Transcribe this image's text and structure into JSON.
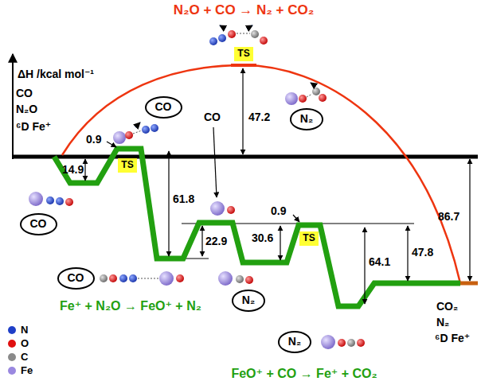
{
  "diagram": {
    "title": "N₂O + CO → N₂ + CO₂",
    "nodes": [
      {
        "text": [
          "TS"
        ]
      },
      {
        "text": [
          "CO"
        ]
      },
      {
        "text": [
          "N₂"
        ]
      },
      {
        "text": [
          "TS"
        ]
      },
      {
        "text": [
          "CO"
        ]
      },
      {
        "text": [
          "TS"
        ]
      },
      {
        "text": [
          "CO"
        ]
      },
      {
        "text": [
          "N₂"
        ]
      },
      {
        "text": [
          "N₂"
        ]
      }
    ],
    "labels": [
      "ΔH /kcal mol⁻¹",
      "CO",
      "N₂O",
      "⁶D Fe⁺",
      "47.2",
      "14.9",
      "0.9",
      "61.8",
      "22.9",
      "CO",
      "30.6",
      "0.9",
      "64.1",
      "47.8",
      "86.7",
      "Fe⁺ + N₂O → FeO⁺ + N₂",
      "CO₂",
      "N₂",
      "⁶D Fe⁺",
      "FeO⁺ + CO → Fe⁺ + CO₂"
    ],
    "legend": [
      {
        "text": "N",
        "color": "#1f3fc8"
      },
      {
        "text": "O",
        "color": "#e01010"
      },
      {
        "text": "C",
        "color": "#8a8a8a"
      },
      {
        "text": "Fe",
        "color": "#9a88e0"
      }
    ]
  }
}
